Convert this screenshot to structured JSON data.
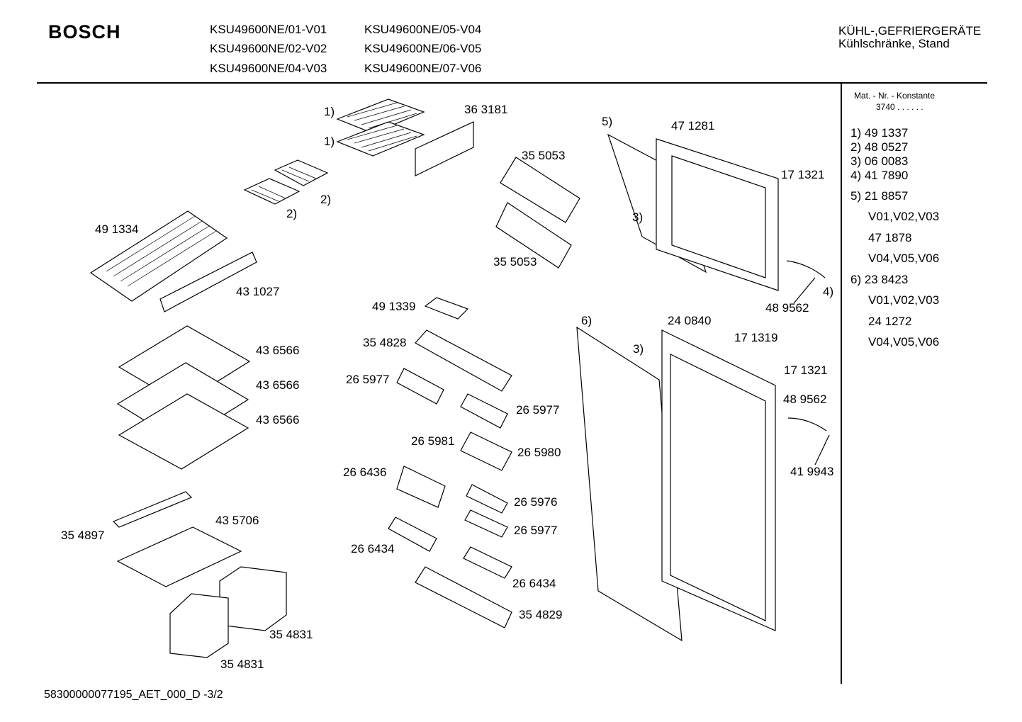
{
  "header": {
    "brand": "BOSCH",
    "models": [
      "KSU49600NE/01-V01",
      "KSU49600NE/02-V02",
      "KSU49600NE/04-V03",
      "KSU49600NE/05-V04",
      "KSU49600NE/06-V05",
      "KSU49600NE/07-V06"
    ],
    "category_line1": "KÜHL-,GEFRIERGERÄTE",
    "category_line2": "Kühlschränke, Stand"
  },
  "sidebar": {
    "header": "Mat. - Nr. - Konstante",
    "constant": "3740 . .   . . . .",
    "items": [
      "1)  49 1337",
      "2)  48 0527",
      "3)  06 0083",
      "4)  41 7890",
      "5)  21 8857",
      "V01,V02,V03",
      "47 1878",
      "V04,V05,V06",
      "6)  23 8423",
      "V01,V02,V03",
      "24 1272",
      "V04,V05,V06"
    ]
  },
  "parts": [
    "1)",
    "1)",
    "36 3181",
    "2)",
    "2)",
    "49 1334",
    "43 1027",
    "35 5053",
    "35 5053",
    "5)",
    "47 1281",
    "17 1321",
    "3)",
    "48 9562",
    "4)",
    "49 1339",
    "43 6566",
    "43 6566",
    "43 6566",
    "35 4828",
    "26 5977",
    "26 5977",
    "6)",
    "24 0840",
    "17 1319",
    "3)",
    "17 1321",
    "48 9562",
    "26 5981",
    "26 5980",
    "41 9943",
    "26 6436",
    "26 5976",
    "26 5977",
    "35 4897",
    "43 5706",
    "26 6434",
    "26 6434",
    "35 4829",
    "35 4831",
    "35 4831"
  ],
  "footer": "58300000077195_AET_000_D -3/2"
}
